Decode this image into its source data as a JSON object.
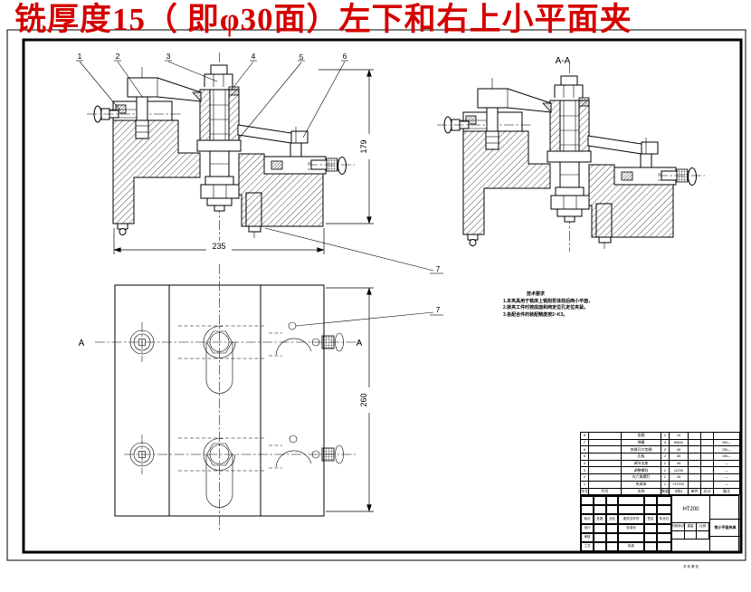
{
  "colors": {
    "paper": "#ffffff",
    "ink": "#000000",
    "title_red": "#d40000"
  },
  "title": {
    "text": "铣厚度15（ 即φ30面）左下和右上小平面夹"
  },
  "views": {
    "front": {
      "callouts": [
        "1",
        "2",
        "3",
        "4",
        "5",
        "6"
      ],
      "dim_width": "235",
      "dim_height": "179",
      "leader_label": "7"
    },
    "section": {
      "label": "A-A"
    },
    "plan": {
      "section_letter_left": "A",
      "section_letter_right": "A",
      "dim_height": "260",
      "leader_label": "7"
    }
  },
  "notes": {
    "heading": "技术要求",
    "lines": [
      "1.本夹具用于铣床上铣削泵体前后两小平面，",
      "2.装夹工件时按底面和两定位孔定位夹紧。",
      "3.各配合件的装配精度按2~K3。"
    ]
  },
  "bom": {
    "headers": [
      "序号",
      "代号",
      "名称",
      "数量",
      "材料",
      "单件",
      "总计",
      "备注"
    ],
    "rows": [
      {
        "no": "8",
        "code": "",
        "name": "垫圈",
        "qty": "2",
        "mat": "15",
        "remark": ""
      },
      {
        "no": "7",
        "code": "",
        "name": "弹簧",
        "qty": "4",
        "mat": "65Mn",
        "remark": "GB―"
      },
      {
        "no": "6",
        "code": "",
        "name": "快换开口垫圈",
        "qty": "2",
        "mat": "45",
        "remark": "GB―"
      },
      {
        "no": "5",
        "code": "",
        "name": "压板",
        "qty": "2",
        "mat": "35",
        "remark": "GB―"
      },
      {
        "no": "4",
        "code": "",
        "name": "调节支座",
        "qty": "2",
        "mat": "45",
        "remark": "―"
      },
      {
        "no": "3",
        "code": "",
        "name": "调整螺栓",
        "qty": "2",
        "mat": "Q235",
        "remark": "―"
      },
      {
        "no": "2",
        "code": "",
        "name": "内六角螺钉",
        "qty": "2",
        "mat": "45",
        "remark": "―"
      },
      {
        "no": "1",
        "code": "",
        "name": "夹具体",
        "qty": "1",
        "mat": "HT200",
        "remark": "―"
      }
    ]
  },
  "title_block": {
    "material_mark": "HT200",
    "drawing_name": "铣小平面夹具",
    "labels": {
      "mark": "标记",
      "count": "处数",
      "zone": "分区",
      "doc_no": "更改文件号",
      "sign": "签名",
      "date": "年月日",
      "design": "设计",
      "check": "审核",
      "process": "工艺",
      "standard": "标准化",
      "approve": "批准",
      "stage": "阶段标记",
      "weight": "重量",
      "scale": "比例",
      "sheet": "共 张 第 张"
    }
  }
}
